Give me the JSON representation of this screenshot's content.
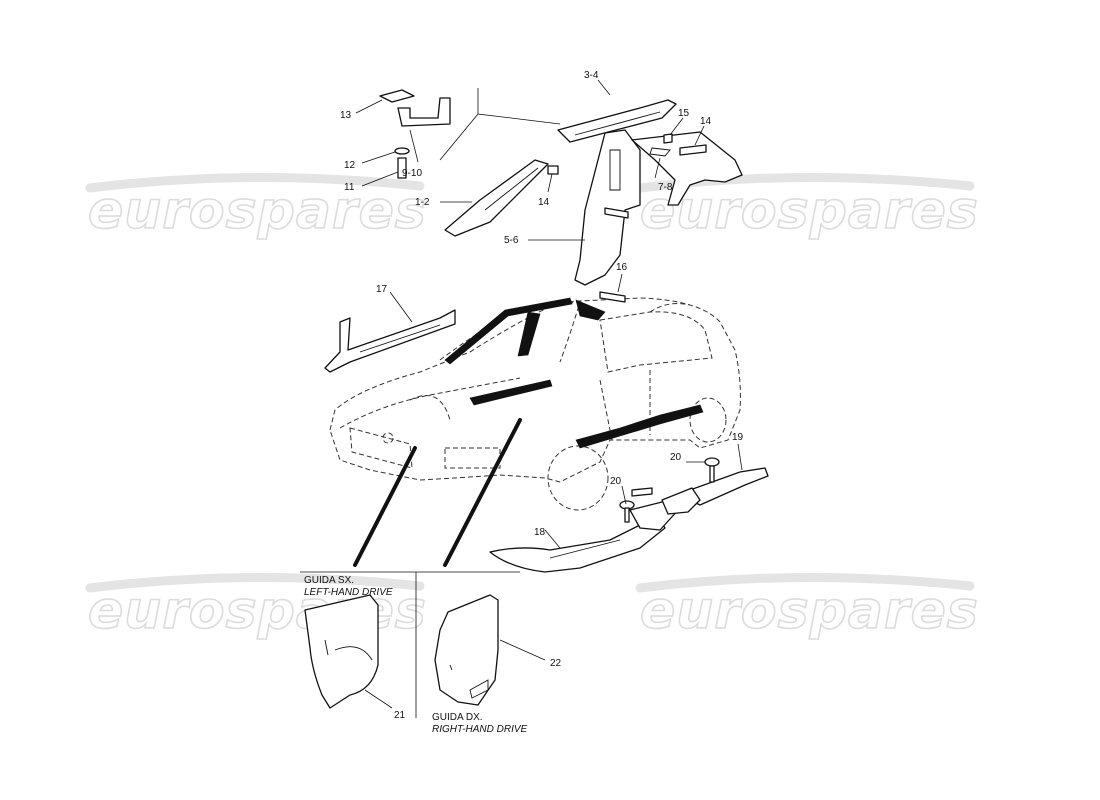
{
  "watermark": {
    "text": "eurospares",
    "color": "#dcdcdc"
  },
  "captions": {
    "left_line1": "GUIDA SX.",
    "left_line2": "LEFT-HAND DRIVE",
    "right_line1": "GUIDA DX.",
    "right_line2": "RIGHT-HAND DRIVE"
  },
  "callouts": [
    {
      "id": "c34",
      "label": "3-4"
    },
    {
      "id": "c13",
      "label": "13"
    },
    {
      "id": "c15",
      "label": "15"
    },
    {
      "id": "c14a",
      "label": "14"
    },
    {
      "id": "c12",
      "label": "12"
    },
    {
      "id": "c910",
      "label": "9-10"
    },
    {
      "id": "c78",
      "label": "7-8"
    },
    {
      "id": "c11",
      "label": "11"
    },
    {
      "id": "c14b",
      "label": "14"
    },
    {
      "id": "c12b",
      "label": "1-2"
    },
    {
      "id": "c56",
      "label": "5-6"
    },
    {
      "id": "c16",
      "label": "16"
    },
    {
      "id": "c17",
      "label": "17"
    },
    {
      "id": "c19",
      "label": "19"
    },
    {
      "id": "c20a",
      "label": "20"
    },
    {
      "id": "c20b",
      "label": "20"
    },
    {
      "id": "c18",
      "label": "18"
    },
    {
      "id": "c22",
      "label": "22"
    },
    {
      "id": "c21",
      "label": "21"
    }
  ]
}
